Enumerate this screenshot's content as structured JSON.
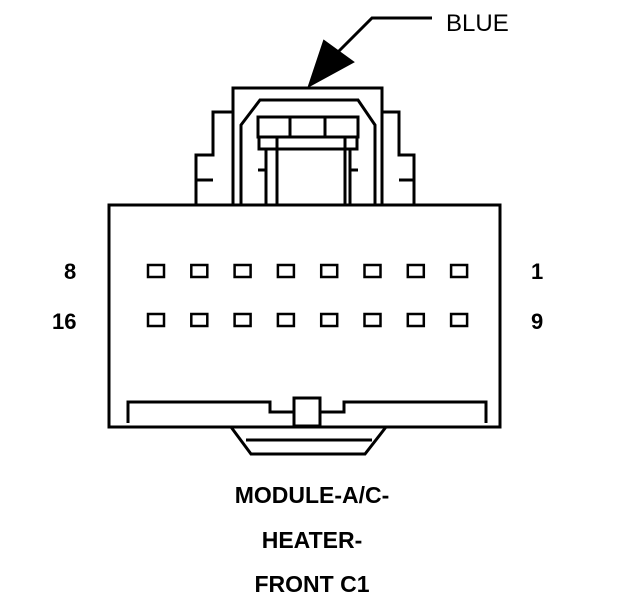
{
  "connector": {
    "color_label": "BLUE",
    "caption_lines": [
      "MODULE-A/C-",
      "HEATER-",
      "FRONT C1"
    ],
    "pin_labels": {
      "top_left": "8",
      "top_right": "1",
      "bottom_left": "16",
      "bottom_right": "9"
    },
    "cavity_rows": 2,
    "cavities_per_row": 8
  }
}
